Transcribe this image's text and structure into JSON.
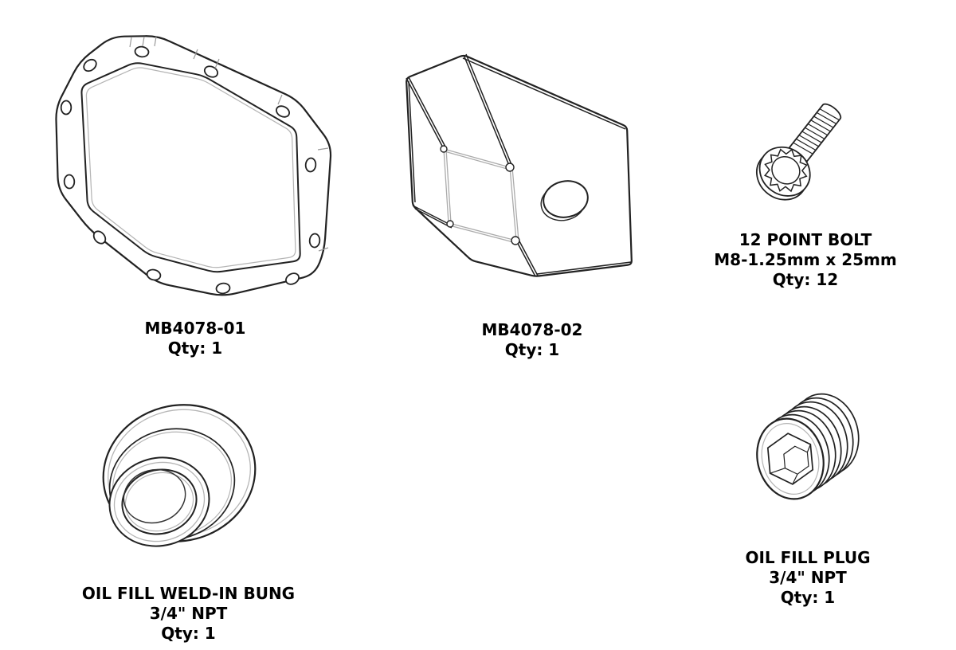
{
  "diagram": {
    "type": "parts-diagram",
    "background_color": "#ffffff",
    "line_color": "#222222",
    "light_line_color": "#b5b5b5",
    "text_color": "#000000",
    "parts": [
      {
        "icon": "diff-cover-gasket-illustration",
        "lines": [
          "MB4078-01",
          "Qty: 1"
        ]
      },
      {
        "icon": "diff-cover-body-illustration",
        "lines": [
          "MB4078-02",
          "Qty: 1"
        ]
      },
      {
        "icon": "12-point-bolt-illustration",
        "lines": [
          "12 POINT BOLT",
          "M8-1.25mm x 25mm",
          "Qty: 12"
        ]
      },
      {
        "icon": "oil-fill-weld-in-bung-illustration",
        "lines": [
          "OIL FILL WELD-IN BUNG",
          "3/4\" NPT",
          "Qty: 1"
        ]
      },
      {
        "icon": "oil-fill-plug-illustration",
        "lines": [
          "OIL FILL PLUG",
          "3/4\" NPT",
          "Qty: 1"
        ]
      }
    ]
  }
}
